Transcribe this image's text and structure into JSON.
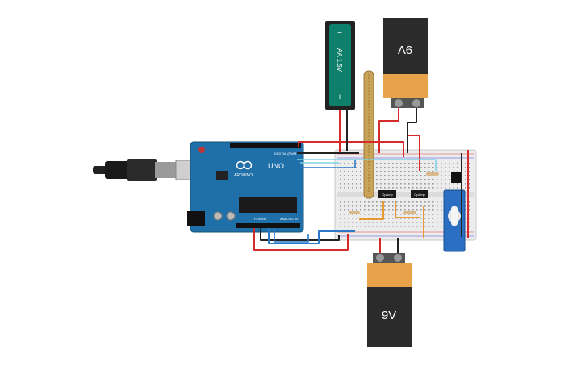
{
  "canvas": {
    "background": "#ffffff"
  },
  "components": {
    "aa_battery": {
      "label": "AA 1.5V",
      "minus": "−",
      "plus": "+"
    },
    "battery_top": {
      "label": "9V"
    },
    "battery_bottom": {
      "label": "9V"
    },
    "arduino": {
      "brand": "ARDUINO",
      "model": "UNO",
      "power_header": "POWER",
      "analog_header": "ANALOG IN",
      "digital_header": "DIGITAL (PWM~)"
    },
    "op_amp_1": {
      "label": "OpAmp"
    },
    "op_amp_2": {
      "label": "OpAmp"
    }
  },
  "colors": {
    "arduino_board": "#1f6fa8",
    "breadboard": "#ececec",
    "battery_body": "#2b2b2b",
    "battery_label": "#e8a24a",
    "aa_body": "#0d7f6a",
    "wire_red": "#d42a2a",
    "wire_black": "#222222",
    "wire_blue": "#2a79c9",
    "wire_orange": "#e8901e",
    "wire_cyan": "#7fd3e6",
    "servo": "#2a6fc2",
    "flex_sensor": "#c9a35a"
  }
}
